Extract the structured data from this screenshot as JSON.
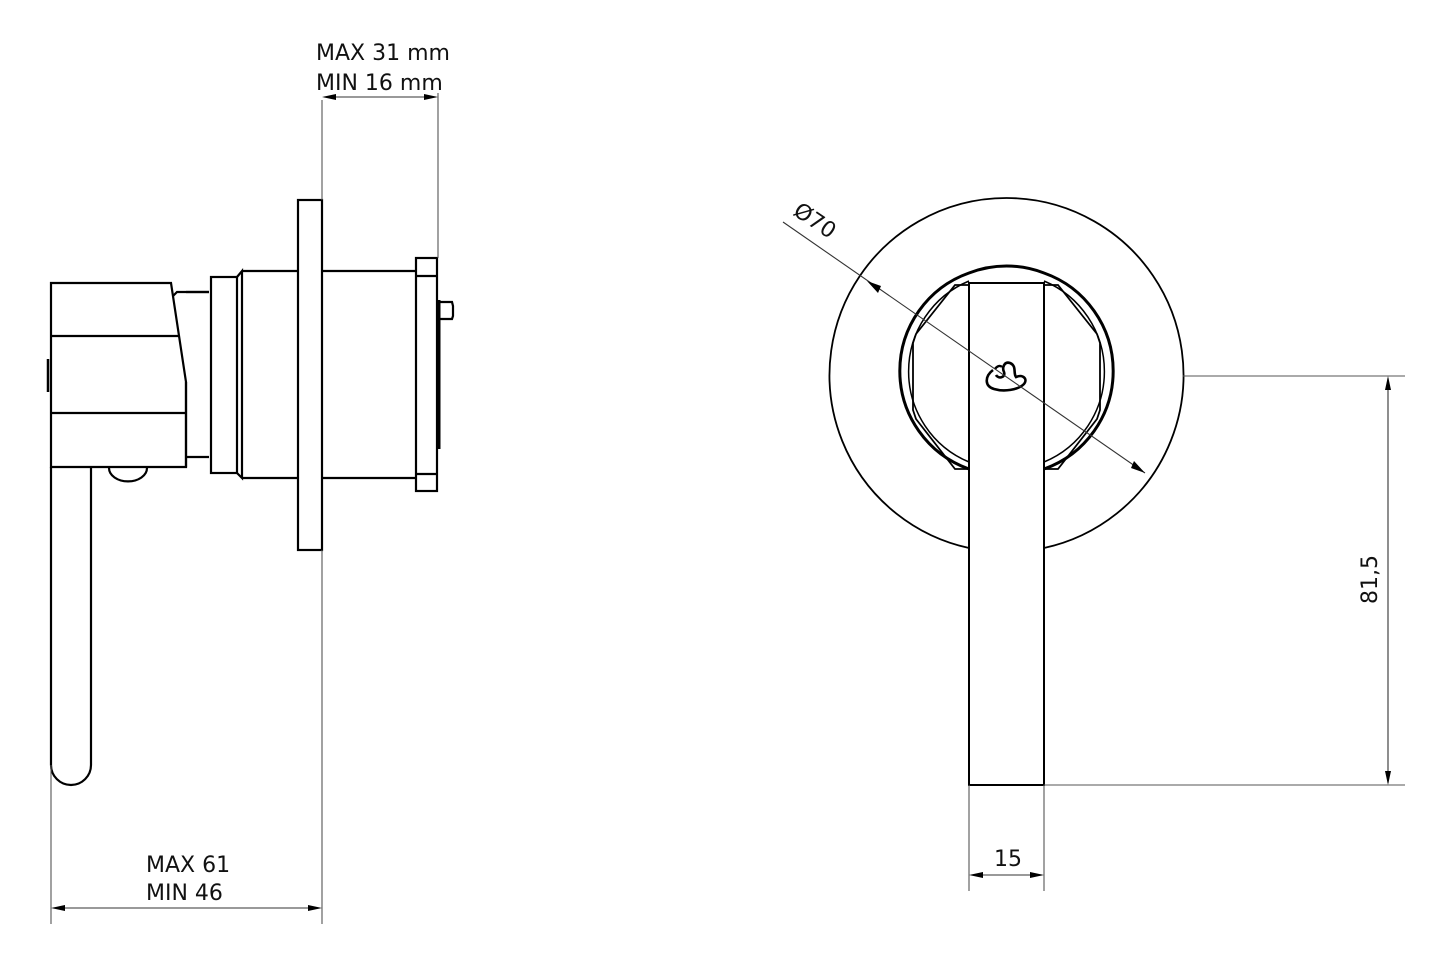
{
  "drawing": {
    "type": "technical-drawing",
    "subject": "concealed single-lever shower mixer",
    "line_color": "#000000",
    "background": "#ffffff",
    "views": [
      {
        "name": "side-view",
        "dimensions": {
          "wall_depth": {
            "max_label": "MAX 31 mm",
            "min_label": "MIN 16 mm"
          },
          "projection": {
            "max_label": "MAX 61",
            "min_label": "MIN 46"
          }
        }
      },
      {
        "name": "front-view",
        "dimensions": {
          "rosette_diameter": {
            "label": "Ø70"
          },
          "lever_length": {
            "label": "81,5"
          },
          "lever_width": {
            "label": "15"
          }
        },
        "logo": "brand-logo-icon"
      }
    ]
  }
}
